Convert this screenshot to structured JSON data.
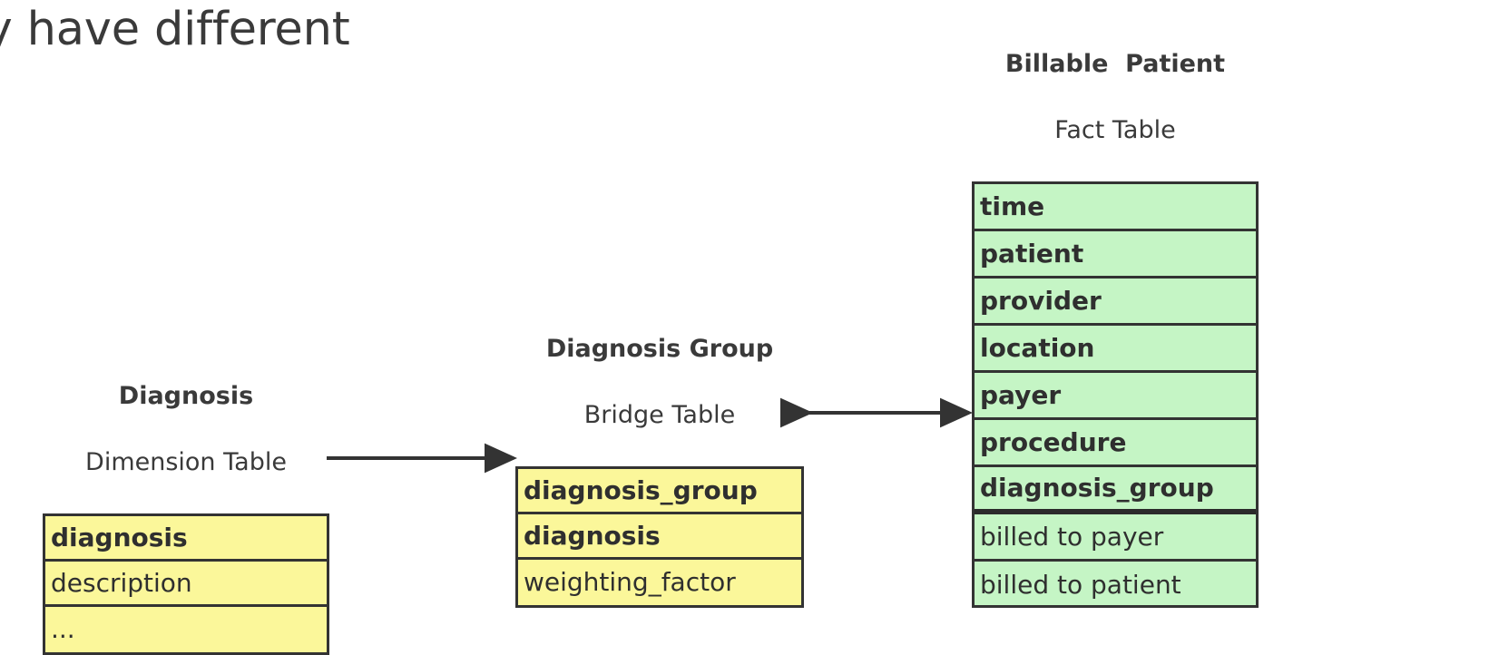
{
  "slide": {
    "title": "ient may have different\ns"
  },
  "colors": {
    "dimension_fill": "#fbf79a",
    "bridge_fill": "#fbf79a",
    "fact_fill": "#c5f5c5",
    "border": "#333333",
    "text": "#2f2f2f"
  },
  "tables": {
    "diagnosis_dimension": {
      "name": "Diagnosis",
      "kind": "Dimension Table",
      "rows": [
        {
          "label": "diagnosis",
          "key": true,
          "separator": false
        },
        {
          "label": "description",
          "key": false,
          "separator": false
        },
        {
          "label": "...",
          "key": false,
          "separator": false
        }
      ]
    },
    "diagnosis_group_bridge": {
      "name": "Diagnosis Group",
      "kind": "Bridge Table",
      "rows": [
        {
          "label": "diagnosis_group",
          "key": true,
          "separator": false
        },
        {
          "label": "diagnosis",
          "key": true,
          "separator": false
        },
        {
          "label": "weighting_factor",
          "key": false,
          "separator": false
        }
      ]
    },
    "billable_patient_fact": {
      "name": "Billable  Patient",
      "kind": "Fact Table",
      "rows": [
        {
          "label": "time",
          "key": true,
          "separator": false
        },
        {
          "label": "patient",
          "key": true,
          "separator": false
        },
        {
          "label": "provider",
          "key": true,
          "separator": false
        },
        {
          "label": "location",
          "key": true,
          "separator": false
        },
        {
          "label": "payer",
          "key": true,
          "separator": false
        },
        {
          "label": "procedure",
          "key": true,
          "separator": false
        },
        {
          "label": "diagnosis_group",
          "key": true,
          "separator": true
        },
        {
          "label": "billed to payer",
          "key": false,
          "separator": false
        },
        {
          "label": "billed to patient",
          "key": false,
          "separator": false
        }
      ]
    }
  },
  "connectors": [
    {
      "id": "diagnosis-to-bridge",
      "from": "diagnosis_dimension.diagnosis",
      "to": "diagnosis_group_bridge.diagnosis",
      "arrowheads": "single"
    },
    {
      "id": "bridge-to-fact",
      "from": "diagnosis_group_bridge.diagnosis_group",
      "to": "billable_patient_fact.diagnosis_group",
      "arrowheads": "double"
    }
  ]
}
